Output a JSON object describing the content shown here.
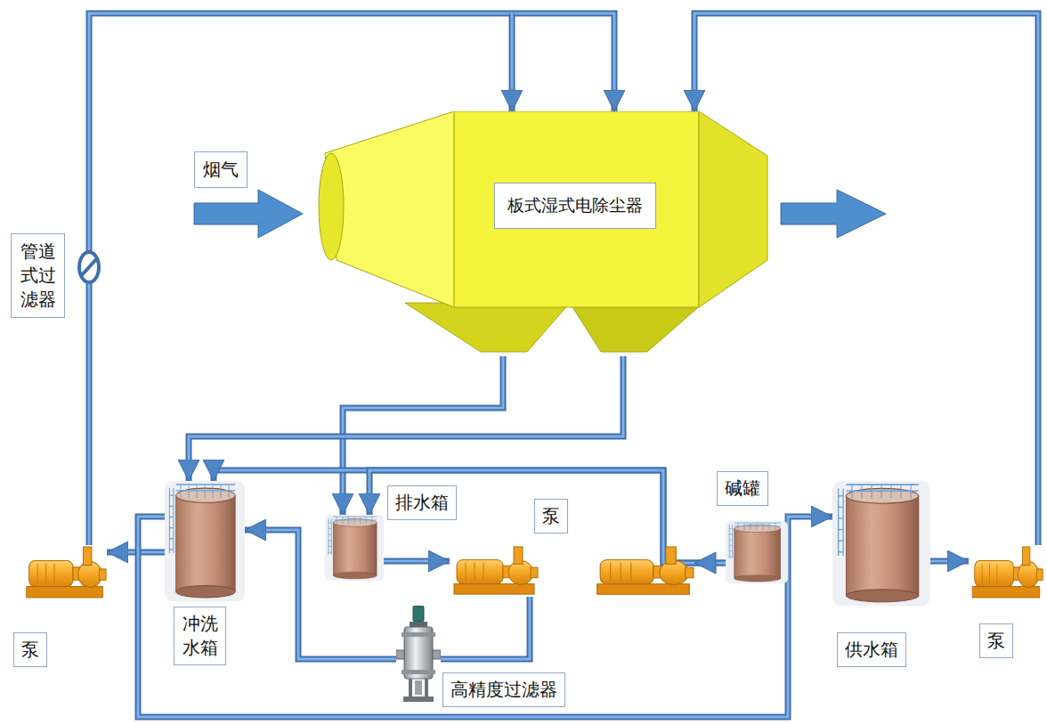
{
  "diagram": {
    "nodes": [
      {
        "text": [
          "烟气"
        ]
      },
      {
        "text": [
          "板式湿式电除尘器"
        ]
      },
      {
        "text": [
          "管道式过滤器"
        ]
      },
      {
        "text": [
          "排水箱"
        ]
      },
      {
        "text": [
          "泵"
        ]
      },
      {
        "text": [
          "碱罐"
        ]
      },
      {
        "text": [
          "泵"
        ]
      },
      {
        "text": [
          "冲洗水箱"
        ]
      },
      {
        "text": [
          "供水箱"
        ]
      },
      {
        "text": [
          "泵"
        ]
      },
      {
        "text": [
          "高精度过滤器"
        ]
      }
    ],
    "edges": [
      {
        "from": 1,
        "to": 3,
        "arrow": "to"
      },
      {
        "from": 1,
        "to": 7,
        "arrow": "to"
      },
      {
        "from": 7,
        "to": 6,
        "arrow": "to"
      },
      {
        "from": 6,
        "to": 1,
        "arrow": "to"
      },
      {
        "from": 3,
        "to": 4,
        "arrow": "to"
      },
      {
        "from": 4,
        "to": 10,
        "arrow": "none"
      },
      {
        "from": 10,
        "to": 7,
        "arrow": "to"
      },
      {
        "from": 5,
        "to": 7,
        "arrow": "to"
      },
      {
        "from": 5,
        "to": 3,
        "arrow": "to"
      },
      {
        "from": 7,
        "to": 8,
        "arrow": "to"
      },
      {
        "from": 8,
        "to": 9,
        "arrow": "to"
      },
      {
        "from": 9,
        "to": 1,
        "arrow": "to"
      }
    ]
  }
}
